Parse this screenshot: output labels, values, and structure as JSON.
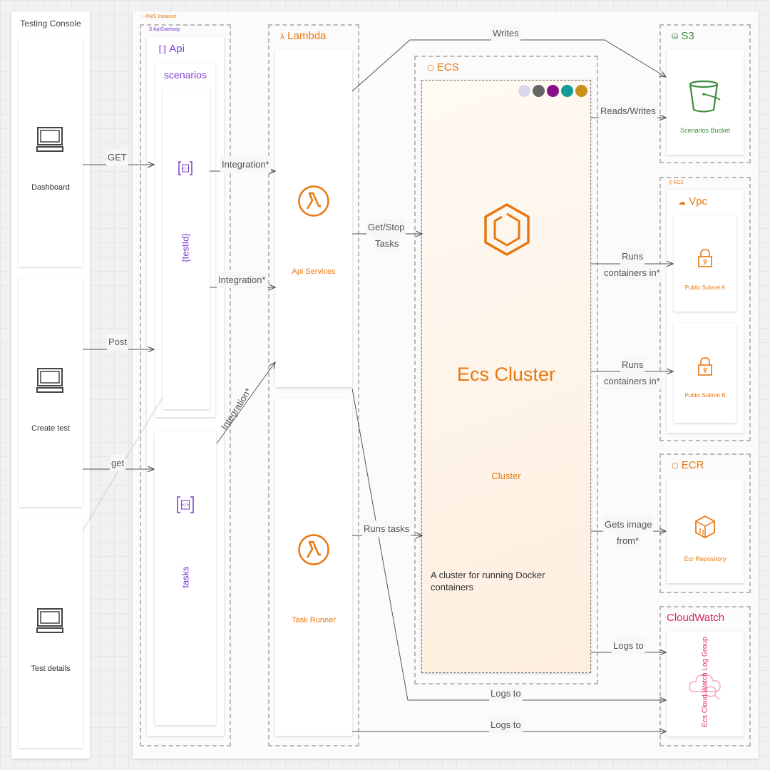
{
  "colors": {
    "purple": "#7b3fd1",
    "orange": "#e8770f",
    "green": "#3b8c3b",
    "pink": "#d6266a",
    "gray_text": "#444444"
  },
  "testing_console": {
    "title": "Testing Console",
    "clients": [
      {
        "label": "Dashboard",
        "icon": "computer-icon"
      },
      {
        "label": "Create test",
        "icon": "computer-icon"
      },
      {
        "label": "Test details",
        "icon": "computer-icon"
      }
    ]
  },
  "aws_instance": {
    "label": "AWS Instance"
  },
  "apigateway": {
    "label": "ApiGateway",
    "api_title": "Api",
    "resources": {
      "scenarios": "scenarios",
      "testid": "{testId}",
      "tasks": "tasks"
    }
  },
  "lambda": {
    "title": "Lambda",
    "functions": [
      "Api Services",
      "Task Runner"
    ]
  },
  "ecs": {
    "title": "ECS",
    "cluster_title": "Ecs Cluster",
    "cluster_type": "Cluster",
    "description_line1": "A cluster for running Docker",
    "description_line2": "containers",
    "swatches": [
      "#d9d7ee",
      "#666666",
      "#8a0f8a",
      "#159a9a",
      "#c9901a"
    ]
  },
  "s3": {
    "title": "S3",
    "bucket": "Scenarios Bucket"
  },
  "ec2": {
    "label": "EC2",
    "vpc_title": "Vpc",
    "subnets": [
      "Public Subnet A",
      "Public Subnet B"
    ]
  },
  "ecr": {
    "title": "ECR",
    "repo": "Ecr Repository"
  },
  "cloudwatch": {
    "title": "CloudWatch",
    "log_group": "Ecs Cloud Watch Log Group"
  },
  "connections": {
    "get": "GET",
    "post": "Post",
    "get_lower": "get",
    "integration_1": "Integration*",
    "integration_2": "Integration*",
    "integration_3": "Integration*",
    "writes": "Writes",
    "get_stop_1": "Get/Stop",
    "get_stop_2": "Tasks",
    "runs_tasks": "Runs tasks",
    "reads_writes": "Reads/Writes",
    "runs_containers_a_1": "Runs",
    "runs_containers_a_2": "containers in*",
    "runs_containers_b_1": "Runs",
    "runs_containers_b_2": "containers in*",
    "gets_image_1": "Gets image",
    "gets_image_2": "from*",
    "logs_to_ecs": "Logs to",
    "logs_to_lambda_1": "Logs to",
    "logs_to_lambda_2": "Logs to"
  }
}
